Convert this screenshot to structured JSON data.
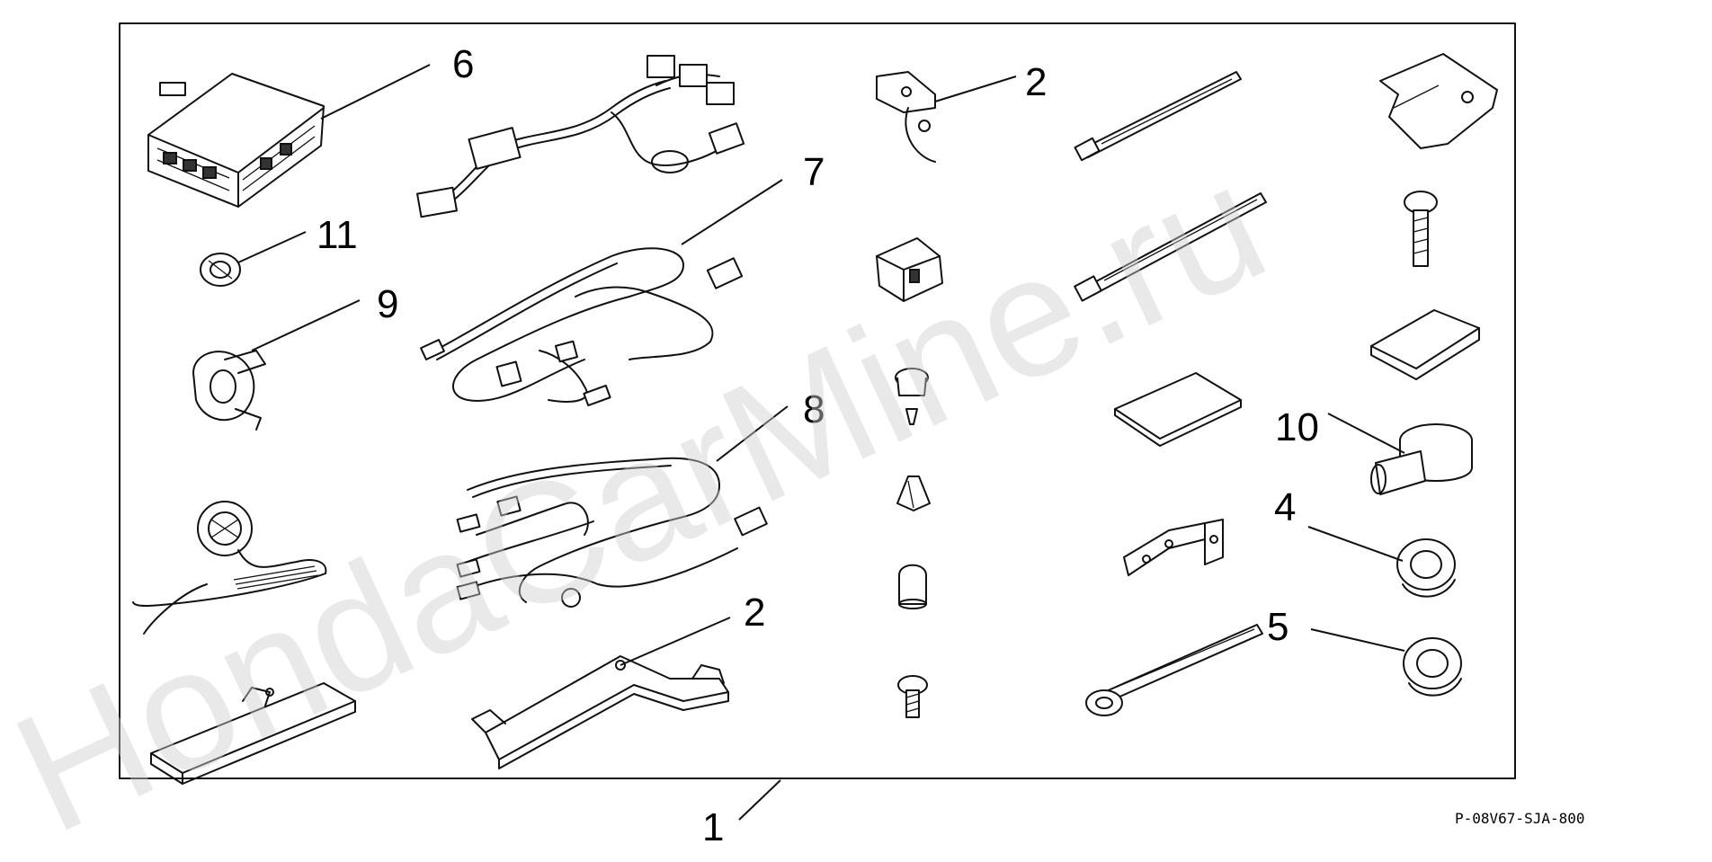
{
  "watermark": "HondaCarMine.ru",
  "part_code": "P-08V67-SJA-800",
  "callouts": {
    "c1": "1",
    "c2_top": "2",
    "c2_bottom": "2",
    "c4": "4",
    "c5": "5",
    "c6": "6",
    "c7": "7",
    "c8": "8",
    "c9": "9",
    "c10": "10",
    "c11": "11"
  }
}
